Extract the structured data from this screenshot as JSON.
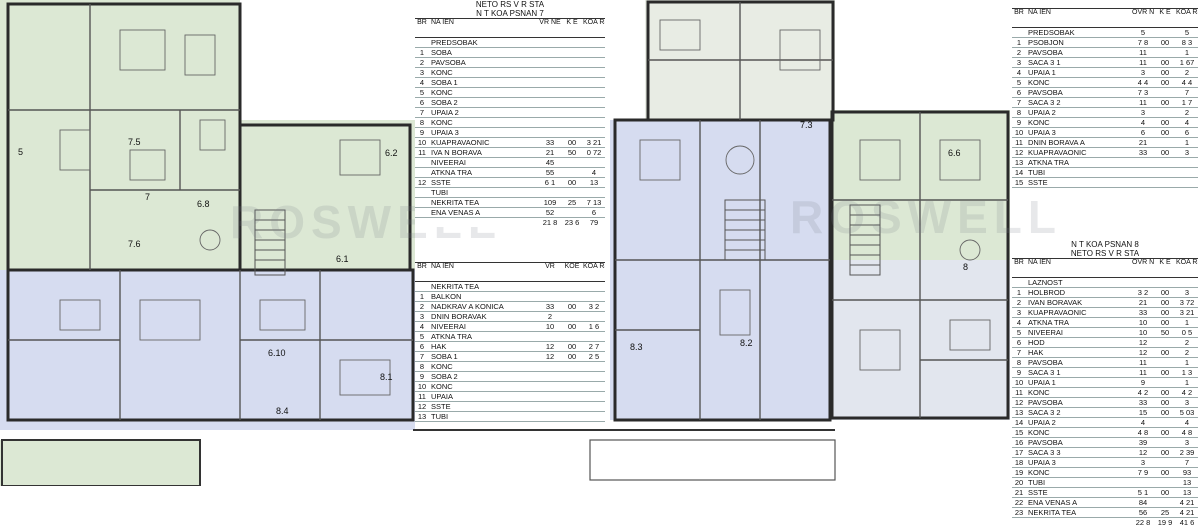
{
  "colors": {
    "green_zone": "#dce8d4",
    "blue_zone": "#d6dcf0",
    "wall": "#2a2a2a",
    "line": "#555555",
    "accent_room": "#c8ceea"
  },
  "room_labels": [
    "7.5",
    "7.6",
    "6.8",
    "6.10",
    "8.4",
    "6.1",
    "8.3",
    "6.2",
    "6.6",
    "8",
    "7",
    "8.1",
    "8.2",
    "7.3",
    "5"
  ],
  "table_top_middle": {
    "title_lines": [
      "NETO RS V R STA",
      "N T KOA PSNAN 7"
    ],
    "headers": [
      "BR",
      "NA IEN",
      "VR NE",
      "K E",
      "KOA RSN"
    ],
    "rows": [
      [
        "",
        "PREDSOBAK",
        "",
        "",
        ""
      ],
      [
        "1",
        "SOBA",
        "",
        "",
        ""
      ],
      [
        "2",
        "PAVSOBA",
        "",
        "",
        ""
      ],
      [
        "3",
        "KONC",
        "",
        "",
        ""
      ],
      [
        "4",
        "SOBA 1",
        "",
        "",
        ""
      ],
      [
        "5",
        "KONC",
        "",
        "",
        ""
      ],
      [
        "6",
        "SOBA 2",
        "",
        "",
        ""
      ],
      [
        "7",
        "UPAIA 2",
        "",
        "",
        ""
      ],
      [
        "8",
        "KONC",
        "",
        "",
        ""
      ],
      [
        "9",
        "UPAIA 3",
        "",
        "",
        ""
      ],
      [
        "10",
        "KUAPRAVAONIC",
        "33",
        "00",
        "3 21"
      ],
      [
        "11",
        "IVA N BORAVA",
        "21",
        "50",
        "0 72"
      ],
      [
        "",
        "NIVEERAI",
        "45",
        "",
        ""
      ],
      [
        "",
        "ATKNA TRA",
        "55",
        "",
        "4"
      ],
      [
        "12",
        "SSTE",
        "6 1",
        "00",
        "13"
      ],
      [
        "",
        "TUBI",
        "",
        "",
        ""
      ],
      [
        "",
        "NEKRITA TEA",
        "109",
        "25",
        "7 13"
      ],
      [
        "",
        "ENA VENAS A",
        "52",
        "",
        "6"
      ]
    ],
    "totals": [
      "21 8",
      "23 6",
      "79"
    ]
  },
  "table_mid_middle": {
    "headers": [
      "BR",
      "NA IEN",
      "VR",
      "KOE",
      "KOA RSN"
    ],
    "rows": [
      [
        "",
        "NEKRITA TEA",
        "",
        "",
        ""
      ],
      [
        "1",
        "BALKON",
        "",
        "",
        ""
      ],
      [
        "2",
        "NADKRAV A KONICA",
        "33",
        "00",
        "3 2"
      ],
      [
        "3",
        "DNIN BORAVAK",
        "2",
        "",
        ""
      ],
      [
        "4",
        "NIVEERAI",
        "10",
        "00",
        "1 6"
      ],
      [
        "5",
        "ATKNA TRA",
        "",
        "",
        ""
      ],
      [
        "6",
        "HAK",
        "12",
        "00",
        "2 7"
      ],
      [
        "7",
        "SOBA 1",
        "12",
        "00",
        "2 5"
      ],
      [
        "8",
        "KONC",
        "",
        "",
        ""
      ],
      [
        "9",
        "SOBA 2",
        "",
        "",
        ""
      ],
      [
        "10",
        "KONC",
        "",
        "",
        ""
      ],
      [
        "11",
        "UPAIA",
        "",
        "",
        ""
      ],
      [
        "12",
        "SSTE",
        "",
        "",
        ""
      ],
      [
        "13",
        "TUBI",
        "",
        "",
        ""
      ]
    ]
  },
  "table_top_right": {
    "headers": [
      "BR",
      "NA IEN",
      "OVR NE",
      "K E",
      "KOA RSN"
    ],
    "rows": [
      [
        "",
        "PREDSOBAK",
        "5",
        "",
        "5"
      ],
      [
        "1",
        "PSOBJON",
        "7 8",
        "00",
        "8 3"
      ],
      [
        "2",
        "PAVSOBA",
        "11",
        "",
        "1"
      ],
      [
        "3",
        "SACA 3 1",
        "11",
        "00",
        "1 67"
      ],
      [
        "4",
        "UPAIA 1",
        "3",
        "00",
        "2"
      ],
      [
        "5",
        "KONC",
        "4 4",
        "00",
        "4 4"
      ],
      [
        "6",
        "PAVSOBA",
        "7 3",
        "",
        "7"
      ],
      [
        "7",
        "SACA 3 2",
        "11",
        "00",
        "1 7"
      ],
      [
        "8",
        "UPAIA 2",
        "3",
        "",
        "2"
      ],
      [
        "9",
        "KONC",
        "4",
        "00",
        "4"
      ],
      [
        "10",
        "UPAIA 3",
        "6",
        "00",
        "6"
      ],
      [
        "11",
        "DNIN BORAVA A",
        "21",
        "",
        "1"
      ],
      [
        "12",
        "KUAPRAVAONIC",
        "33",
        "00",
        "3"
      ],
      [
        "13",
        "ATKNA TRA",
        "",
        "",
        ""
      ],
      [
        "14",
        "TUBI",
        "",
        "",
        ""
      ],
      [
        "15",
        "SSTE",
        "",
        "",
        ""
      ]
    ]
  },
  "table_bottom_right": {
    "title_lines": [
      "N T KOA PSNAN 8",
      "NETO RS V R STA"
    ],
    "headers": [
      "BR",
      "NA IEN",
      "OVR NE",
      "K E",
      "KOA RSN"
    ],
    "rows": [
      [
        "",
        "LAZNOST",
        "",
        "",
        ""
      ],
      [
        "1",
        "HOLBROD",
        "3 2",
        "00",
        "3"
      ],
      [
        "2",
        "IVAN BORAVAK",
        "21",
        "00",
        "3 72"
      ],
      [
        "3",
        "KUAPRAVAONIC",
        "33",
        "00",
        "3 21"
      ],
      [
        "4",
        "ATKNA TRA",
        "10",
        "00",
        "1"
      ],
      [
        "5",
        "NIVEERAI",
        "10",
        "50",
        "0 5"
      ],
      [
        "6",
        "HOD",
        "12",
        "",
        "2"
      ],
      [
        "7",
        "HAK",
        "12",
        "00",
        "2"
      ],
      [
        "8",
        "PAVSOBA",
        "11",
        "",
        "1"
      ],
      [
        "9",
        "SACA 3 1",
        "11",
        "00",
        "1 3"
      ],
      [
        "10",
        "UPAIA 1",
        "9",
        "",
        "1"
      ],
      [
        "11",
        "KONC",
        "4 2",
        "00",
        "4 2"
      ],
      [
        "12",
        "PAVSOBA",
        "33",
        "00",
        "3"
      ],
      [
        "13",
        "SACA 3 2",
        "15",
        "00",
        "5 03"
      ],
      [
        "14",
        "UPAIA 2",
        "4",
        "",
        "4"
      ],
      [
        "15",
        "KONC",
        "4 8",
        "00",
        "4 8"
      ],
      [
        "16",
        "PAVSOBA",
        "39",
        "",
        "3"
      ],
      [
        "17",
        "SACA 3 3",
        "12",
        "00",
        "2 39"
      ],
      [
        "18",
        "UPAIA 3",
        "3",
        "",
        "7"
      ],
      [
        "19",
        "KONC",
        "7 9",
        "00",
        "93"
      ],
      [
        "20",
        "TUBI",
        "",
        "",
        "13"
      ],
      [
        "21",
        "SSTE",
        "5 1",
        "00",
        "13"
      ],
      [
        "22",
        "ENA VENAS A",
        "84",
        "",
        "4 21"
      ],
      [
        "23",
        "NEKRITA TEA",
        "56",
        "25",
        "4 21"
      ]
    ],
    "totals": [
      "22 8",
      "19 9",
      "41 6"
    ]
  },
  "watermarks": [
    "ROSWELL",
    "ROSWELL"
  ]
}
